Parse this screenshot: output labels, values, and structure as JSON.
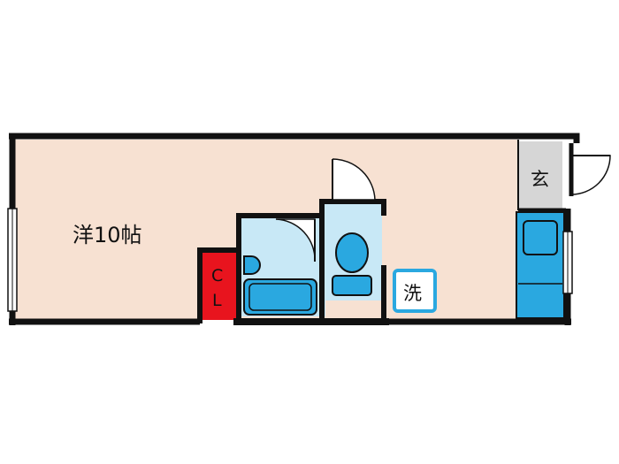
{
  "rooms": {
    "main_room": "洋10帖",
    "entrance": "玄",
    "washer": "洗",
    "closet_line1": "C",
    "closet_line2": "L"
  },
  "colors": {
    "room_fill": "#f7e1d2",
    "wall": "#111111",
    "closet_fill": "#e8141e",
    "fixture_fill": "#2aa8e0",
    "fixture_light": "#c8e8f6",
    "entrance_fill": "#d6d6d6"
  }
}
